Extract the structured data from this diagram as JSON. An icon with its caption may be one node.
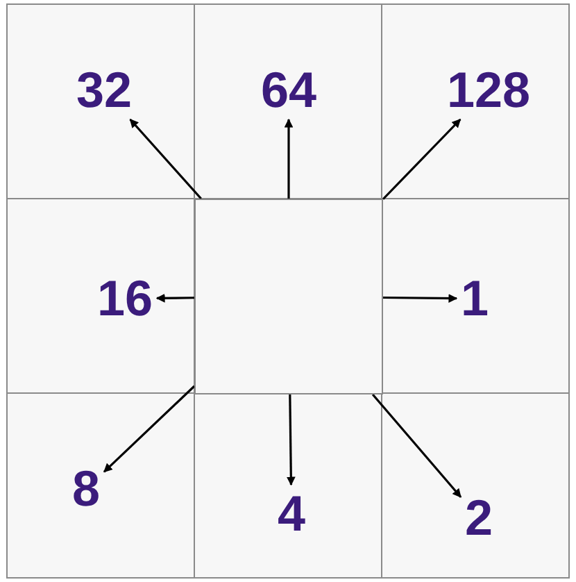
{
  "diagram": {
    "nodes": [
      {
        "text": [
          "32"
        ]
      },
      {
        "text": [
          "64"
        ]
      },
      {
        "text": [
          "128"
        ]
      },
      {
        "text": [
          "16"
        ]
      },
      {
        "text": [],
        "shape": "box"
      },
      {
        "text": [
          "1"
        ]
      },
      {
        "text": [
          "8"
        ]
      },
      {
        "text": [
          "4"
        ]
      },
      {
        "text": [
          "2"
        ]
      }
    ],
    "edges": [
      {
        "from": 4,
        "to": 0,
        "arrow": "to"
      },
      {
        "from": 4,
        "to": 1,
        "arrow": "to"
      },
      {
        "from": 4,
        "to": 2,
        "arrow": "to"
      },
      {
        "from": 4,
        "to": 3,
        "arrow": "to"
      },
      {
        "from": 4,
        "to": 5,
        "arrow": "to"
      },
      {
        "from": 4,
        "to": 6,
        "arrow": "to"
      },
      {
        "from": 4,
        "to": 7,
        "arrow": "to"
      },
      {
        "from": 4,
        "to": 8,
        "arrow": "to"
      }
    ]
  }
}
